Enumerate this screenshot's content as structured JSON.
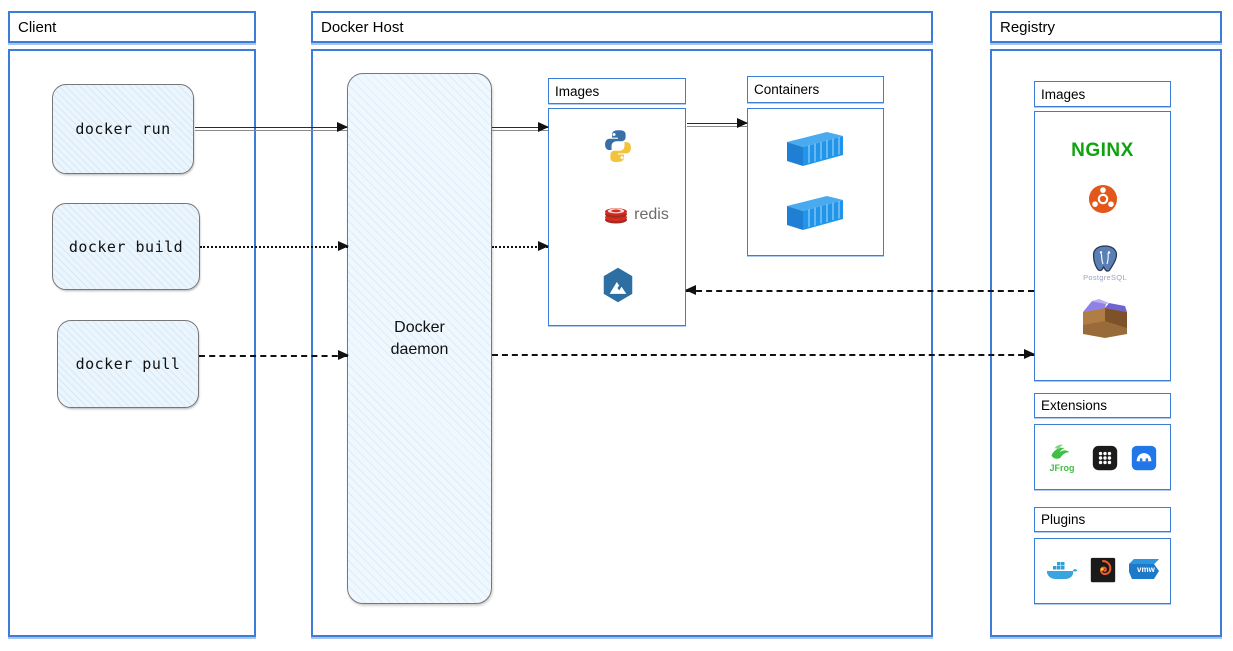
{
  "panels": {
    "client": {
      "title": "Client"
    },
    "host": {
      "title": "Docker Host"
    },
    "registry": {
      "title": "Registry"
    }
  },
  "client": {
    "commands": [
      {
        "label": "docker run"
      },
      {
        "label": "docker build"
      },
      {
        "label": "docker pull"
      }
    ]
  },
  "host": {
    "daemon": {
      "line1": "Docker",
      "line2": "daemon"
    },
    "images": {
      "title": "Images",
      "items": [
        {
          "name": "python-icon",
          "label": ""
        },
        {
          "name": "redis-icon",
          "label": "redis"
        },
        {
          "name": "alpine-icon",
          "label": ""
        }
      ]
    },
    "containers": {
      "title": "Containers",
      "items": [
        {
          "name": "container-icon"
        },
        {
          "name": "container-icon"
        }
      ]
    }
  },
  "registry": {
    "images": {
      "title": "Images",
      "items": [
        {
          "name": "nginx-icon",
          "label": "NGINX"
        },
        {
          "name": "ubuntu-icon",
          "label": ""
        },
        {
          "name": "postgresql-icon",
          "label": "PostgreSQL"
        },
        {
          "name": "package-box-icon",
          "label": ""
        }
      ]
    },
    "extensions": {
      "title": "Extensions",
      "items": [
        {
          "name": "jfrog-icon",
          "label": "JFrog"
        },
        {
          "name": "grid-apps-icon",
          "label": ""
        },
        {
          "name": "snyk-icon",
          "label": ""
        }
      ]
    },
    "plugins": {
      "title": "Plugins",
      "items": [
        {
          "name": "docker-whale-icon",
          "label": ""
        },
        {
          "name": "grafana-icon",
          "label": ""
        },
        {
          "name": "vmware-icon",
          "label": "vmw"
        }
      ]
    }
  },
  "connectors": [
    {
      "name": "run-to-daemon",
      "style": "solid-double"
    },
    {
      "name": "build-to-daemon",
      "style": "dotted"
    },
    {
      "name": "pull-to-daemon",
      "style": "dashed"
    },
    {
      "name": "daemon-to-images",
      "style": "solid-double"
    },
    {
      "name": "daemon-to-images-build",
      "style": "dotted"
    },
    {
      "name": "images-to-containers",
      "style": "solid-double"
    },
    {
      "name": "registry-to-images",
      "style": "dashed-left"
    },
    {
      "name": "daemon-to-registry",
      "style": "dashed"
    }
  ],
  "colors": {
    "panel_border": "#3b7dd8",
    "accent_blue": "#2f7fd0",
    "container_blue": "#2196e8",
    "nginx_green": "#10a310",
    "ubuntu_orange": "#e4571a",
    "redis_red": "#d82c20",
    "alpine_blue": "#2d6ea3"
  }
}
